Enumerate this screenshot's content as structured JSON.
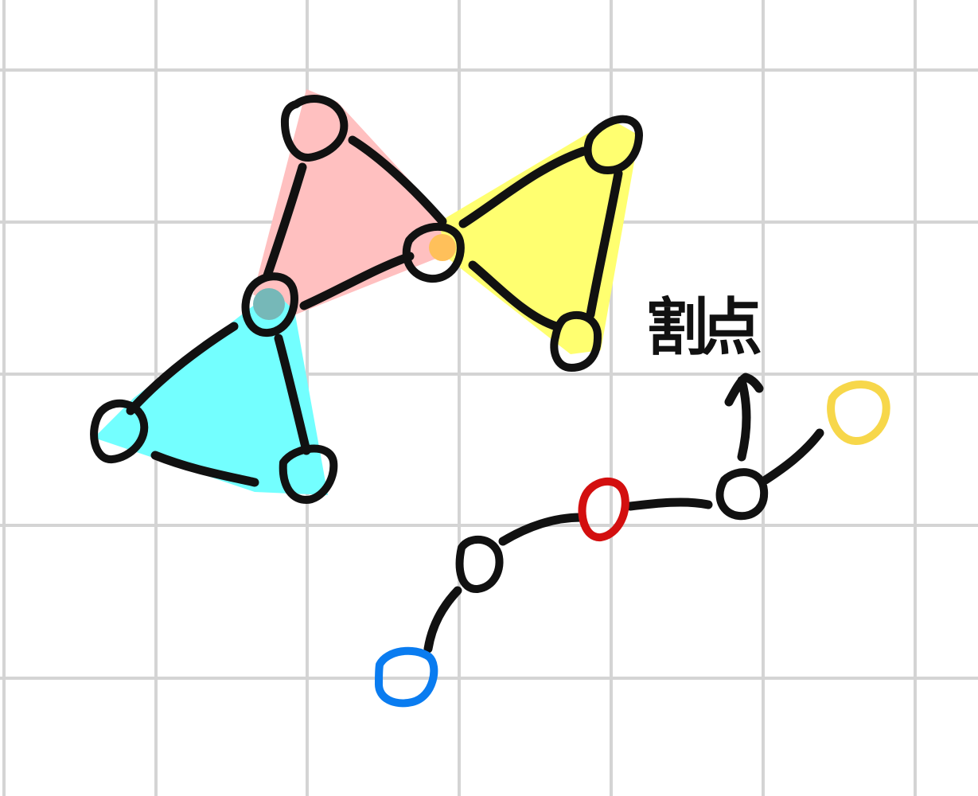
{
  "diagram": {
    "annotation": {
      "text": "割点",
      "arrow_icon": "up-arrow-icon"
    },
    "colors": {
      "grid": "#d4d4d4",
      "stroke": "#111111",
      "component_pink": "#ffc0c0",
      "component_cyan": "#73ffff",
      "component_yellow": "#ffff70",
      "node_blue": "#0a7cf0",
      "node_red": "#d30f0f",
      "node_gold": "#f7d74a",
      "overlap_teal": "#76b8b8",
      "overlap_orange": "#ffc05a"
    },
    "components": [
      {
        "name": "pink-biconnected-component",
        "fill": "#ffc0c0"
      },
      {
        "name": "cyan-biconnected-component",
        "fill": "#73ffff"
      },
      {
        "name": "yellow-biconnected-component",
        "fill": "#ffff70"
      }
    ],
    "path_nodes": [
      {
        "name": "blue-node",
        "color": "#0a7cf0"
      },
      {
        "name": "black-node",
        "color": "#111111"
      },
      {
        "name": "red-articulation-node",
        "color": "#d30f0f"
      },
      {
        "name": "black-articulation-node",
        "color": "#111111"
      },
      {
        "name": "gold-node",
        "color": "#f7d74a"
      }
    ]
  }
}
